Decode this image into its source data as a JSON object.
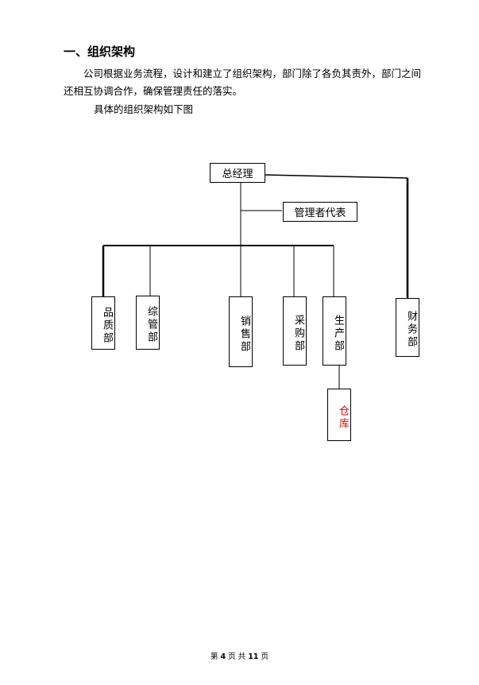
{
  "section": {
    "heading": "一、组织架构"
  },
  "body": {
    "paragraph1": "公司根据业务流程，设计和建立了组织架构，部门除了各负其责外，部门之间还相互协调合作，确保管理责任的落实。",
    "paragraph2": "具体的组织架构如下图"
  },
  "org_chart": {
    "root": "总经理",
    "management_rep": "管理者代表",
    "departments": {
      "quality": "品质部",
      "general": "综管部",
      "sales": "销售部",
      "purchasing": "采购部",
      "production": "生产部",
      "finance": "财务部"
    },
    "warehouse": "仓库",
    "warehouse_color": "#e00000"
  },
  "footer": {
    "prefix": "第",
    "page": "4",
    "mid1": "页",
    "mid2": "共",
    "total": "11",
    "suffix": "页"
  }
}
